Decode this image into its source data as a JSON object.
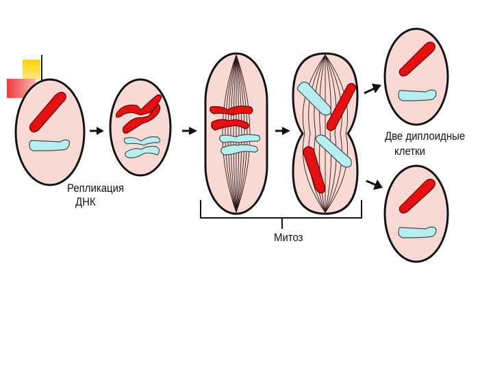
{
  "labels": {
    "replication_line1": "Репликация",
    "replication_line2": "ДНК",
    "mitosis": "Митоз",
    "result_line1": "Две диплоидные",
    "result_line2": "клетки"
  },
  "colors": {
    "cell_fill": "#f9d9d3",
    "cell_stroke": "#111111",
    "spindle": "#2a1a1a",
    "chromosome_red": "#e31212",
    "chromosome_blue": "#b9eef0",
    "accent_yellow": "#ffd200",
    "accent_red": "#ef4a4a",
    "arrow": "#111111"
  }
}
